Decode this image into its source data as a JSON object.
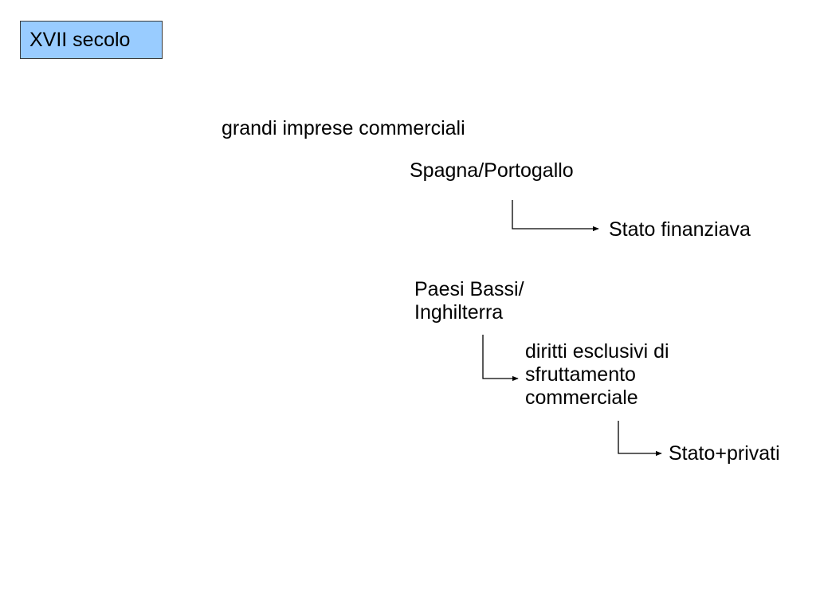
{
  "title": {
    "label": "XVII secolo",
    "fill": "#99ccff"
  },
  "nodes": {
    "main": "grandi imprese commerciali",
    "spagna": "Spagna/Portogallo",
    "stato_finanziava": "Stato finanziava",
    "paesi_bassi": "Paesi Bassi/\nInghilterra",
    "diritti": "diritti esclusivi di\nsfruttamento\ncommerciale",
    "stato_privati": "Stato+privati"
  },
  "connectors": [
    {
      "from": "spagna",
      "to": "stato_finanziava"
    },
    {
      "from": "paesi_bassi",
      "to": "diritti"
    },
    {
      "from": "diritti",
      "to": "stato_privati"
    }
  ]
}
